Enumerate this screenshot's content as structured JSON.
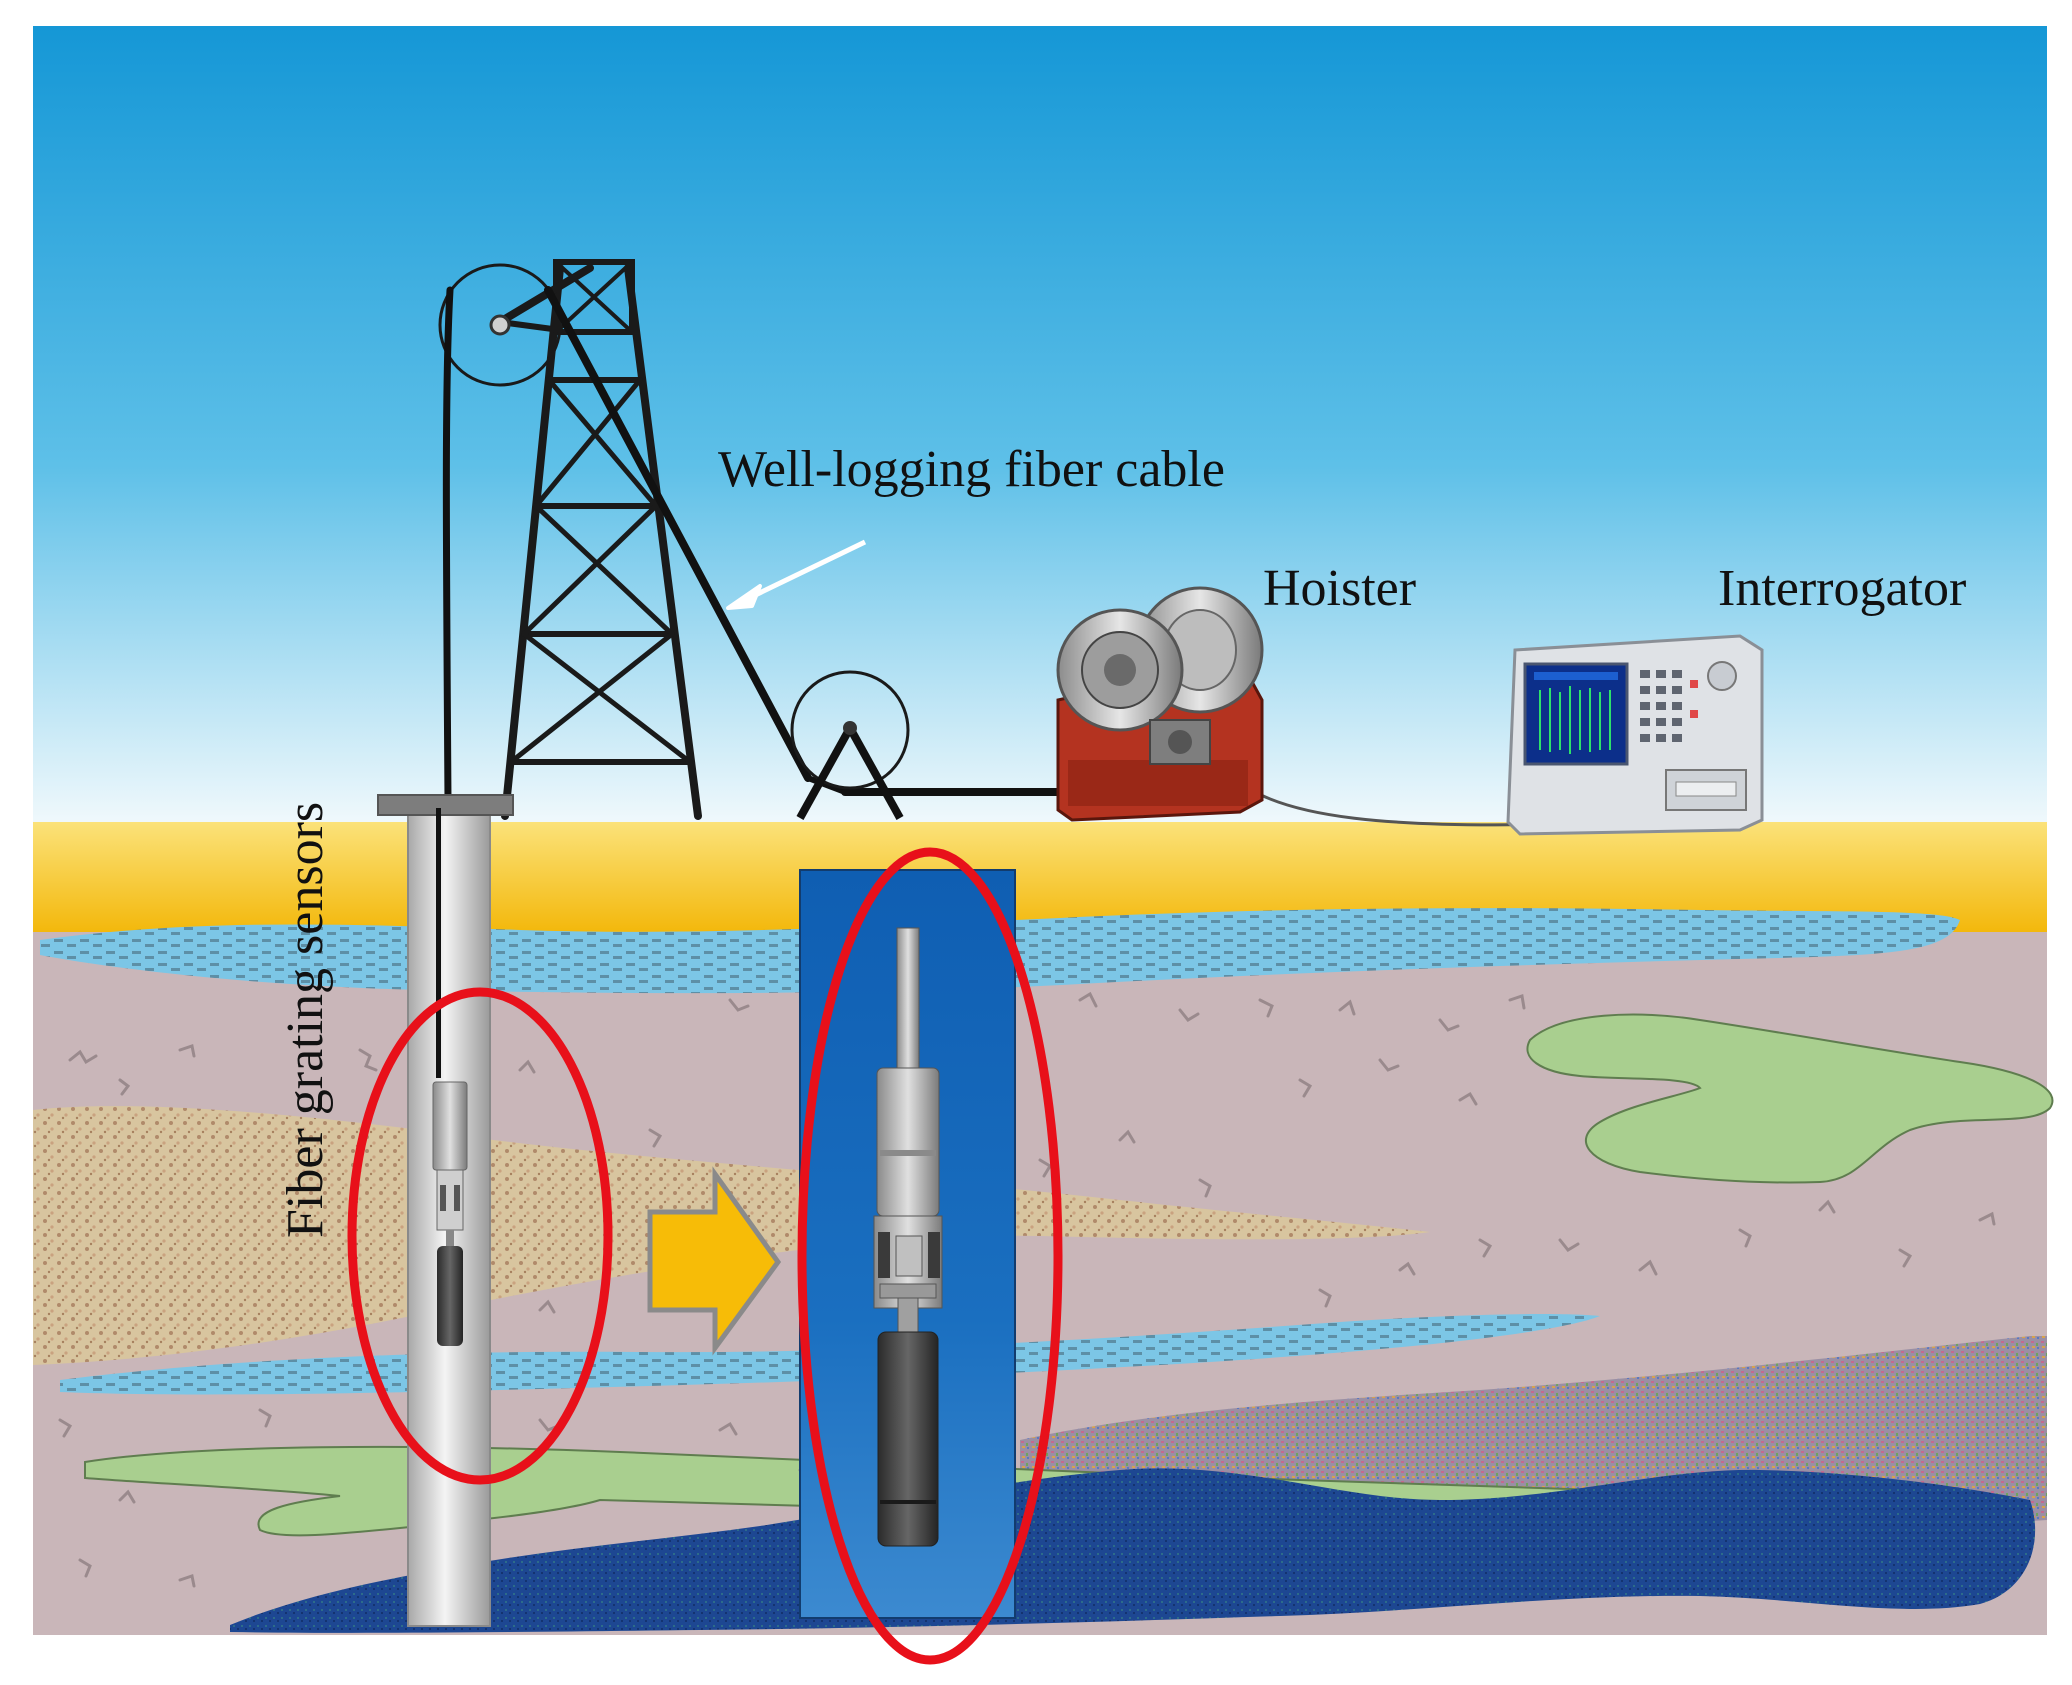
{
  "labels": {
    "cable": "Well-logging fiber cable",
    "hoister": "Hoister",
    "interrogator": "Interrogator",
    "sensors": "Fiber grating sensors"
  },
  "colors": {
    "sky_top": "#1a9fd8",
    "sky_bottom": "#eef7fb",
    "ground_surface": "#f5c21a",
    "earth": "#c9b5b8",
    "aquifer": "#78c4e4",
    "sand": "#d2bd95",
    "clay": "#a9cf8e",
    "deep_rock": "#1e4a96",
    "highlight": "#e8101a",
    "arrow": "#f7bc07",
    "panel": "#1663b4"
  },
  "icons": {
    "derrick": "derrick-tower-icon",
    "pulley": "pulley-wheel-icon",
    "hoister": "winch-drum-icon",
    "interrogator": "interrogator-instrument-icon",
    "arrow": "right-arrow-icon",
    "probe": "sensor-probe-icon"
  }
}
